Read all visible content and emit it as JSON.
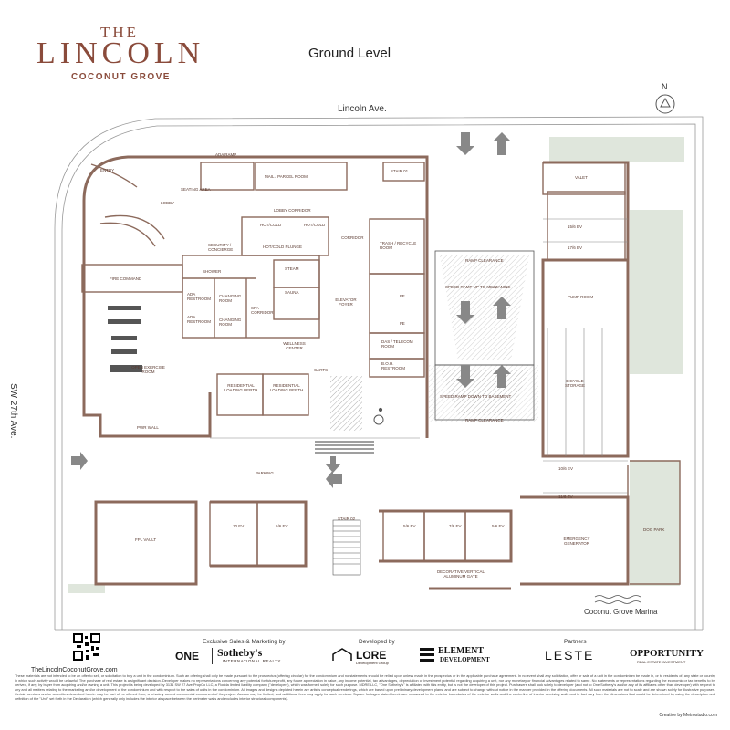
{
  "brand": {
    "the": "THE",
    "name": "LINCOLN",
    "sub": "COCONUT GROVE"
  },
  "level_title": "Ground Level",
  "streets": {
    "north": "Lincoln Ave.",
    "west": "SW 27th Ave."
  },
  "north_label": "N",
  "rooms": {
    "ada_ramp": "ADA RAMP",
    "entry": "ENTRY",
    "seating_area": "SEATING AREA",
    "mail_parcel": "MAIL / PARCEL ROOM",
    "stair01": "STAIR 01",
    "lobby": "LOBBY",
    "lobby_corridor": "LOBBY CORRIDOR",
    "hot_cold_1": "HOT/COLD",
    "hot_cold_2": "HOT/COLD",
    "corridor": "CORRIDOR",
    "security": "SECURITY / CONCIERGE",
    "hot_cold_plunge": "HOT/COLD PLUNGE",
    "trash": "TRASH / RECYCLE ROOM",
    "fire_command": "FIRE COMMAND",
    "shower": "SHOWER",
    "steam": "STEAM",
    "sauna": "SAUNA",
    "ada_restroom_1": "ADA RESTROOM",
    "changing_1": "CHANGING ROOM",
    "spa_corridor": "SPA CORRIDOR",
    "ada_restroom_2": "ADA RESTROOM",
    "changing_2": "CHANGING ROOM",
    "elevator_foyer": "ELEVATOR FOYER",
    "wellness": "WELLNESS CENTER",
    "das": "DAS / TELECOM ROOM",
    "boh": "B.O.H. RESTROOM",
    "open_exercise": "OPEN EXERCISE ROOM",
    "carts": "CARTS",
    "res_loading_1": "RESIDENTIAL LOADING BERTH",
    "res_loading_2": "RESIDENTIAL LOADING BERTH",
    "fpl_vault": "FPL VAULT",
    "parking": "PARKING",
    "valet": "VALET",
    "pump_room": "PUMP ROOM",
    "bicycle": "BICYCLE STORAGE",
    "emergency_gen": "EMERGENCY GENERATOR",
    "dog_park": "DOG PARK",
    "stair02": "STAIR 02",
    "gate": "DECORATIVE VERTICAL ALUMINUM GATE",
    "ramp_up": "SPEED RAMP UP TO MEZZANINE",
    "ramp_down": "SPEED RAMP DOWN TO BASEMENT",
    "ramp_zone_1": "RAMP CLEARANCE",
    "ramp_zone_2": "RAMP CLEARANCE",
    "ev1": "15/6 EV",
    "ev2": "17/6 EV",
    "ev3": "10/6 EV",
    "ev4": "11/6 EV",
    "ev5": "10 EV",
    "ev6": "5/6 EV",
    "ev7": "5/6 EV",
    "ev8": "7/6 EV",
    "ev9": "5/6 EV",
    "pwr_wall": "PWR WALL",
    "fe1": "FE",
    "fe2": "FE"
  },
  "marina": "Coconut Grove Marina",
  "footer": {
    "url": "TheLincolnCoconutGrove.com",
    "sales_label": "Exclusive Sales & Marketing by",
    "one": "ONE",
    "sothebys": "Sotheby's",
    "sothebys_sub": "INTERNATIONAL REALTY",
    "dev_label": "Developed by",
    "lore": "LORE",
    "lore_sub": "Development Group",
    "element": "ELEMENT",
    "element_sub": "DEVELOPMENT",
    "partners_label": "Partners",
    "leste": "LESTE",
    "opportunity": "OPPORTUNITY",
    "opportunity_sub": "REAL ESTATE INVESTMENT",
    "disclaimer": "These materials are not intended to be an offer to sell, or solicitation to buy a unit in the condominium. Such an offering shall only be made pursuant to the prospectus (offering circular) for the condominium and no statements should be relied upon unless made in the prospectus or in the applicable purchase agreement. In no event shall any solicitation, offer or sale of a unit in the condominium be made in, or to residents of, any state or country in which such activity would be unlawful. The purchase of real estate is a significant decision. Developer makes no representations concerning any potential for future profit, any future appreciation in value, any income potential, tax advantages, depreciation or investment potential regarding acquiring a unit, nor any monetary or financial advantages related to same. No statements or representations regarding the economic or tax benefits to be derived, if any, by buyer from acquiring and/or owning a unit. This project is being developed by 3131 SW 27 Ave PropCo LLC, a Florida limited liability company (\"developer\"), which was formed solely for such purpose. MDRE LLC, \"One Sotheby's\" is affiliated with this entity, but is not the developer of this project. Purchasers shall look solely to developer (and not to One Sotheby's and/or any of its affiliates other than developer) with respect to any and all matters relating to the marketing and/or development of the condominium and with respect to the sales of units in the condominium. All images and designs depicted herein are artist's conceptual renderings, which are based upon preliminary development plans, and are subject to change without notice in the manner provided in the offering documents. All such materials are not to scale and are shown solely for illustrative purposes. Certain services and/or amenities described herein may be part of, or offered from, a privately owned commercial component of the project. Access may be limited, and additional fees may apply for such services. Square footages stated herein are measured to the exterior boundaries of the exterior walls and the centerline of interior demising walls and in fact vary from the dimensions that would be determined by using the description and definition of the \"Unit\" set forth in the Declaration (which generally only includes the interior airspace between the perimeter walls and excludes interior structural components).",
    "credit": "Creative by Metrostudio.com"
  },
  "colors": {
    "brand": "#8a4b3b",
    "wall": "#8c6a5c",
    "landscape": "#dfe6dc",
    "hatch": "#555555"
  }
}
